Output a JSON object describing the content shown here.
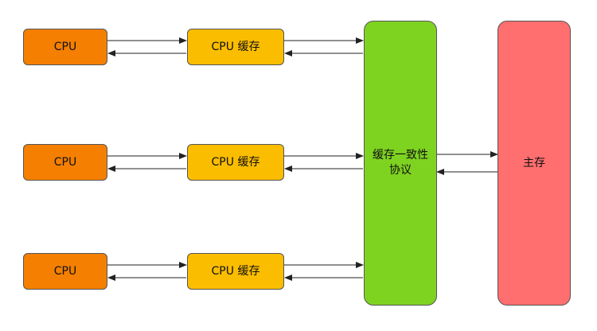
{
  "diagram": {
    "cpus": [
      {
        "label": "CPU"
      },
      {
        "label": "CPU"
      },
      {
        "label": "CPU"
      }
    ],
    "caches": [
      {
        "label": "CPU 缓存"
      },
      {
        "label": "CPU 缓存"
      },
      {
        "label": "CPU 缓存"
      }
    ],
    "coherence": {
      "line1": "缓存一致性",
      "line2": "协议"
    },
    "memory": {
      "label": "主存"
    },
    "colors": {
      "cpu": "#f57f00",
      "cache": "#fbbd00",
      "coherence": "#7ed321",
      "memory": "#ff6f6f",
      "arrow": "#222222"
    }
  }
}
